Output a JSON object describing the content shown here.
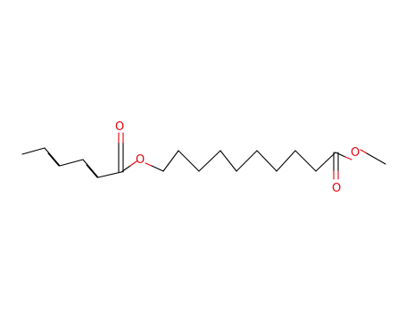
{
  "molecule": {
    "atoms": [
      {
        "symbol": "O",
        "role": "carbonyl-oxygen-left"
      },
      {
        "symbol": "O",
        "role": "ester-oxygen-left"
      },
      {
        "symbol": "O",
        "role": "ester-oxygen-right"
      },
      {
        "symbol": "O",
        "role": "carbonyl-oxygen-right"
      }
    ],
    "colors": {
      "bond": "#000000",
      "heteroatom": "#e8000b",
      "background": "#ffffff"
    }
  }
}
